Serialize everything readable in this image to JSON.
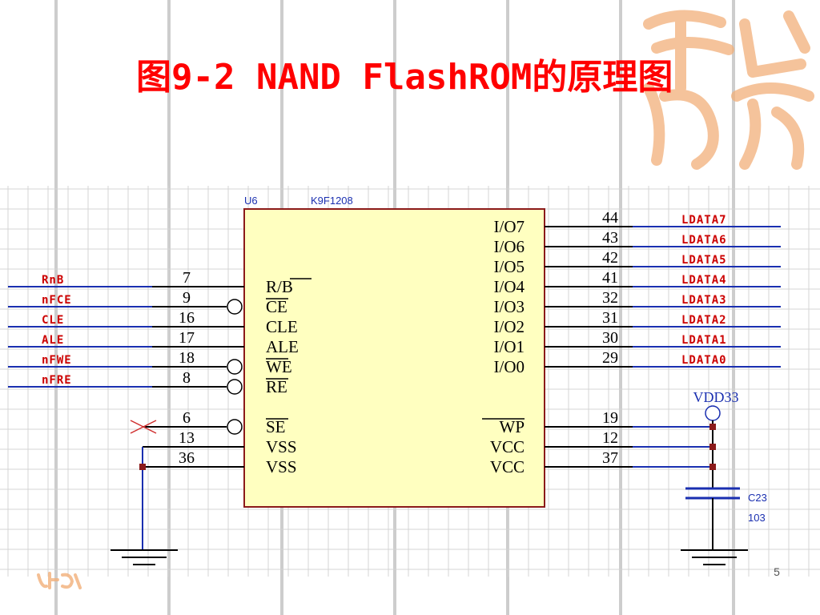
{
  "slide": {
    "title": "图9-2 NAND FlashROM的原理图",
    "page_number": "5"
  },
  "chip": {
    "designator": "U6",
    "part": "K9F1208"
  },
  "left_pins": [
    {
      "num": "7",
      "name": "R/B",
      "net": "RnB",
      "bubble": false,
      "overline": "B"
    },
    {
      "num": "9",
      "name": "CE",
      "net": "nFCE",
      "bubble": true,
      "overline": "all"
    },
    {
      "num": "16",
      "name": "CLE",
      "net": "CLE",
      "bubble": false,
      "overline": ""
    },
    {
      "num": "17",
      "name": "ALE",
      "net": "ALE",
      "bubble": false,
      "overline": ""
    },
    {
      "num": "18",
      "name": "WE",
      "net": "nFWE",
      "bubble": true,
      "overline": "all"
    },
    {
      "num": "8",
      "name": "RE",
      "net": "nFRE",
      "bubble": true,
      "overline": "all"
    },
    {
      "num": "6",
      "name": "SE",
      "net": "",
      "bubble": true,
      "overline": "all"
    },
    {
      "num": "13",
      "name": "VSS",
      "net": "",
      "bubble": false,
      "overline": ""
    },
    {
      "num": "36",
      "name": "VSS",
      "net": "",
      "bubble": false,
      "overline": ""
    }
  ],
  "right_pins": [
    {
      "num": "44",
      "name": "I/O7",
      "net": "LDATA7",
      "overline": ""
    },
    {
      "num": "43",
      "name": "I/O6",
      "net": "LDATA6",
      "overline": ""
    },
    {
      "num": "42",
      "name": "I/O5",
      "net": "LDATA5",
      "overline": ""
    },
    {
      "num": "41",
      "name": "I/O4",
      "net": "LDATA4",
      "overline": ""
    },
    {
      "num": "32",
      "name": "I/O3",
      "net": "LDATA3",
      "overline": ""
    },
    {
      "num": "31",
      "name": "I/O2",
      "net": "LDATA2",
      "overline": ""
    },
    {
      "num": "30",
      "name": "I/O1",
      "net": "LDATA1",
      "overline": ""
    },
    {
      "num": "29",
      "name": "I/O0",
      "net": "LDATA0",
      "overline": ""
    },
    {
      "num": "19",
      "name": "WP",
      "net": "",
      "overline": "all"
    },
    {
      "num": "12",
      "name": "VCC",
      "net": "",
      "overline": ""
    },
    {
      "num": "37",
      "name": "VCC",
      "net": "",
      "overline": ""
    }
  ],
  "power": {
    "label": "VDD33"
  },
  "capacitor": {
    "designator": "C23",
    "value": "103"
  },
  "colors": {
    "title": "#ff0000",
    "chip_fill": "#ffffc0",
    "chip_stroke": "#8b1a1a",
    "net_label": "#cc0000",
    "wire": "#1a2fb0",
    "junction": "#8b1a1a"
  }
}
